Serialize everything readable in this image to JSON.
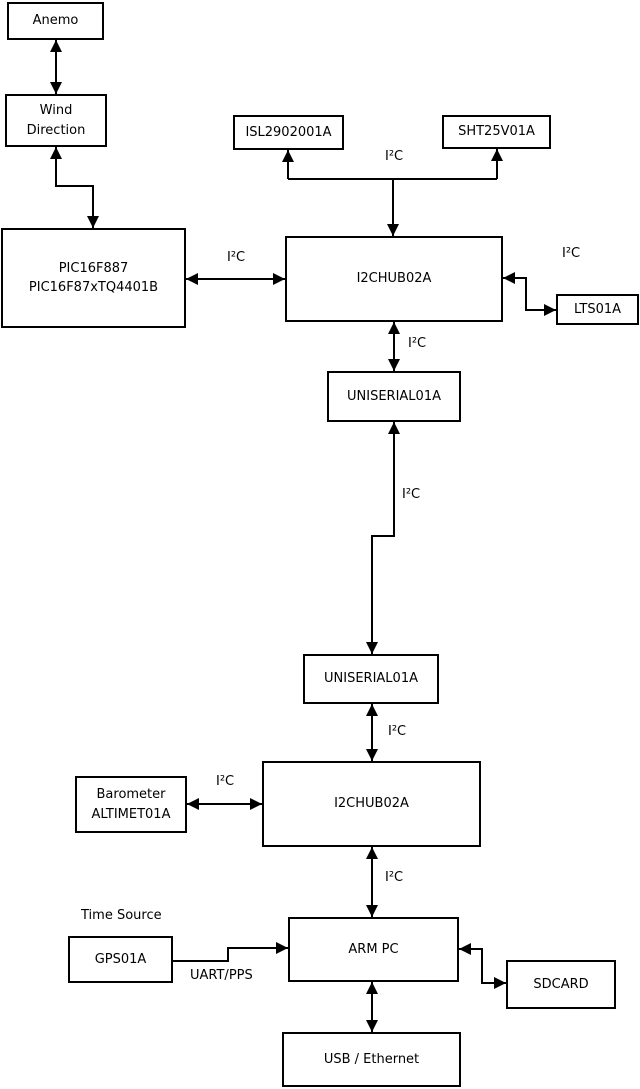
{
  "diagram": {
    "background_color": "#ffffff",
    "line_color": "#000000",
    "text_color": "#000000"
  },
  "blocks": {
    "anemo": {
      "label": "Anemo"
    },
    "wind_direction": {
      "label": "Wind\nDirection"
    },
    "pic": {
      "label": "PIC16F887\nPIC16F87xTQ4401B"
    },
    "isl": {
      "label": "ISL2902001A"
    },
    "sht": {
      "label": "SHT25V01A"
    },
    "i2c_hub_top": {
      "label": "I2CHUB02A"
    },
    "lts": {
      "label": "LTS01A"
    },
    "uniserial_top": {
      "label": "UNISERIAL01A"
    },
    "uniserial_bottom": {
      "label": "UNISERIAL01A"
    },
    "barometer": {
      "label": "Barometer\nALTIMET01A"
    },
    "i2c_hub_bottom": {
      "label": "I2CHUB02A"
    },
    "gps": {
      "label": "GPS01A"
    },
    "arm_pc": {
      "label": "ARM PC"
    },
    "sdcard": {
      "label": "SDCARD"
    },
    "usb_ethernet": {
      "label": "USB / Ethernet"
    }
  },
  "labels": {
    "i2c": "I²C",
    "time_source": "Time Source",
    "uart_pps": "UART/PPS"
  }
}
